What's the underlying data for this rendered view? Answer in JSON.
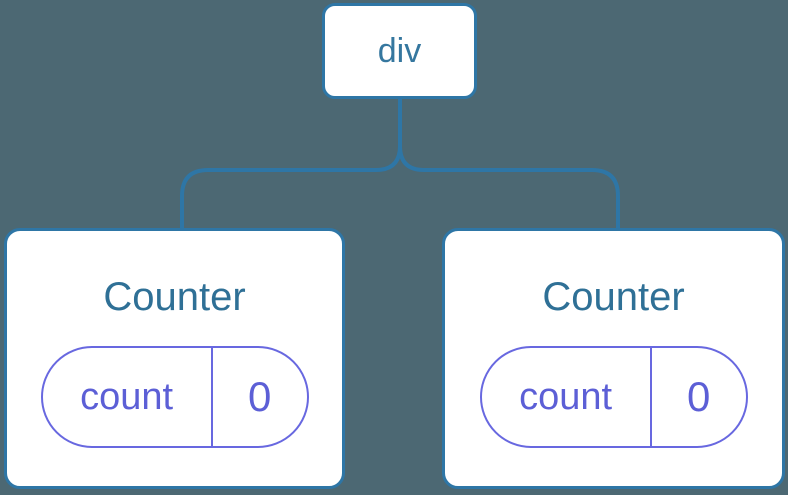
{
  "tree": {
    "root": {
      "label": "div"
    },
    "children": [
      {
        "title": "Counter",
        "state": {
          "key": "count",
          "value": "0"
        }
      },
      {
        "title": "Counter",
        "state": {
          "key": "count",
          "value": "0"
        }
      }
    ]
  },
  "colors": {
    "canvas_bg": "#4c6873",
    "node_border_blue": "#2e76a6",
    "root_label_blue": "#35779f",
    "component_title_blue": "#2f7096",
    "state_text_purple": "#5c5fd6",
    "pill_border_purple": "#6868e0",
    "node_bg": "#ffffff"
  }
}
